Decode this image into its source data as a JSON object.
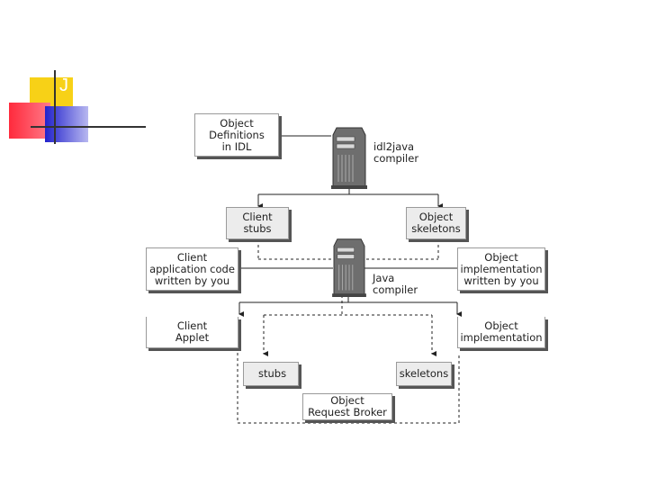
{
  "slide": {
    "title_letter": "J",
    "colors": {
      "yellow": "#f7d117",
      "red": "#ff3344",
      "blue": "#2a2ad8",
      "line": "#333333"
    }
  },
  "diagram": {
    "nodes": {
      "object_definitions": "Object\nDefinitions\nin IDL",
      "idl2java_compiler": "idl2java\ncompiler",
      "client_stubs": "Client\nstubs",
      "object_skeletons": "Object\nskeletons",
      "client_app_code": "Client\napplication code\nwritten by you",
      "java_compiler": "Java\ncompiler",
      "object_impl_written": "Object\nimplementation\nwritten by you",
      "client_applet": "Client\nApplet",
      "object_implementation": "Object\nimplementation",
      "stubs": "stubs",
      "skeletons": "skeletons",
      "orb": "Object\nRequest Broker"
    },
    "icons": {
      "server_icon": "server-tower-icon"
    }
  }
}
